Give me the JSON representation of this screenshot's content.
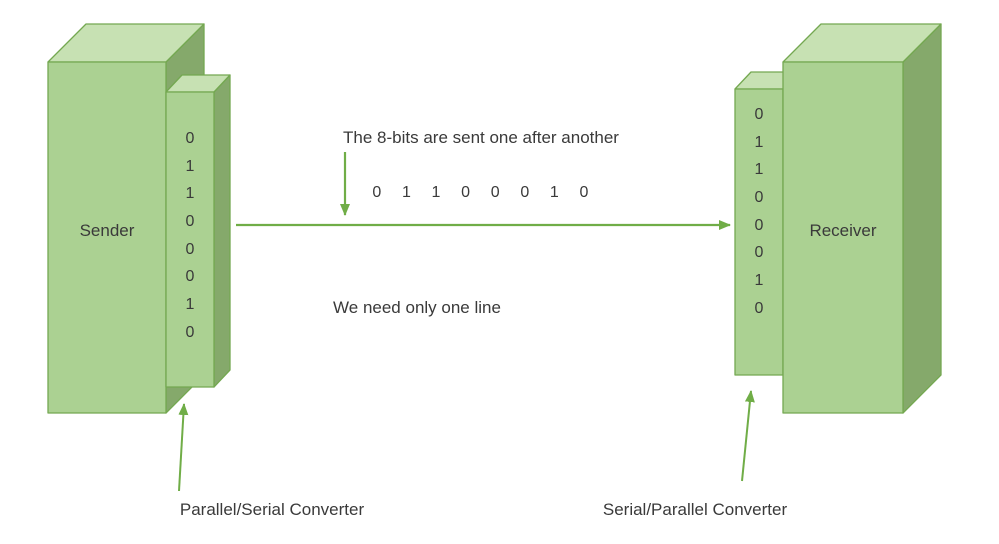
{
  "sender": {
    "label": "Sender",
    "converter_bits": [
      "0",
      "1",
      "1",
      "0",
      "0",
      "0",
      "1",
      "0"
    ],
    "converter_label": "Parallel/Serial Converter"
  },
  "receiver": {
    "label": "Receiver",
    "converter_bits": [
      "0",
      "1",
      "1",
      "0",
      "0",
      "0",
      "1",
      "0"
    ],
    "converter_label": "Serial/Parallel Converter"
  },
  "annotations": {
    "serial_note": "The 8-bits are sent one after another",
    "serial_bits": [
      "0",
      "1",
      "1",
      "0",
      "0",
      "0",
      "1",
      "0"
    ],
    "line_note": "We need only one line"
  },
  "colors": {
    "box_front": "#abd192",
    "box_top": "#c7e1b3",
    "box_side": "#85a96b",
    "outline": "#74a851",
    "arrow": "#70ad47",
    "text": "#3a3a3a"
  }
}
